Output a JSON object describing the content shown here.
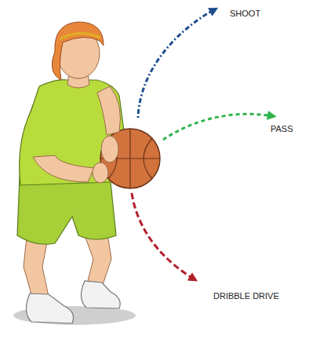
{
  "diagram": {
    "labels": [
      "SHOOT",
      "PASS",
      "DRIBBLE DRIVE"
    ]
  }
}
